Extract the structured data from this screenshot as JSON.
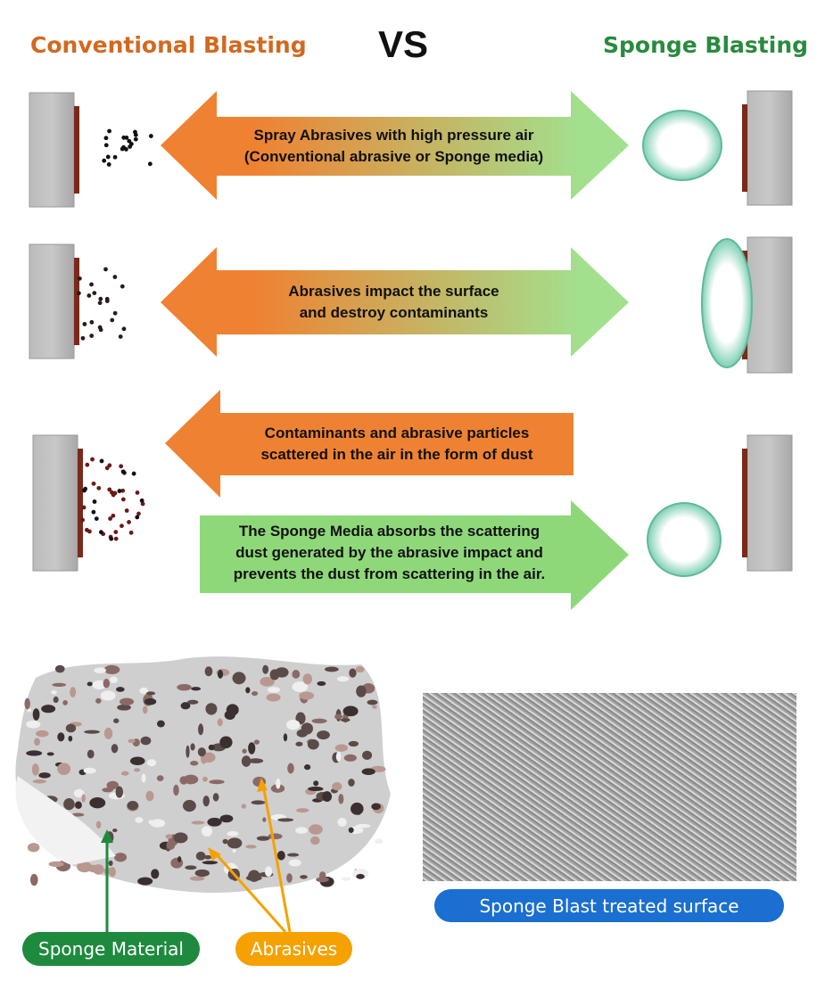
{
  "header": {
    "left_title": "Conventional  Blasting",
    "vs": "VS",
    "right_title": "Sponge Blasting"
  },
  "steps": [
    {
      "line1": "Spray Abrasives with high pressure air",
      "line2": "(Conventional abrasive or Sponge media)"
    },
    {
      "line1": "Abrasives impact the surface",
      "line2": "and destroy contaminants"
    },
    {
      "line1": "Contaminants and abrasive particles",
      "line2": "scattered in the air in the form of dust"
    },
    {
      "line1": "The Sponge Media absorbs the scattering",
      "line2": "dust generated by the abrasive impact and",
      "line3": "prevents the dust from scattering in the air."
    }
  ],
  "labels": {
    "surface": "Sponge Blast treated surface",
    "sponge": "Sponge Material",
    "abrasives": "Abrasives"
  },
  "colors": {
    "conventional": "#d2691e",
    "sponge": "#2a8a3e",
    "orange_arrow": "#ef8232",
    "green_arrow": "#a2e08e",
    "blue_pill": "#1a6fd0",
    "green_pill": "#1e8a3e",
    "orange_pill": "#f5a100"
  }
}
